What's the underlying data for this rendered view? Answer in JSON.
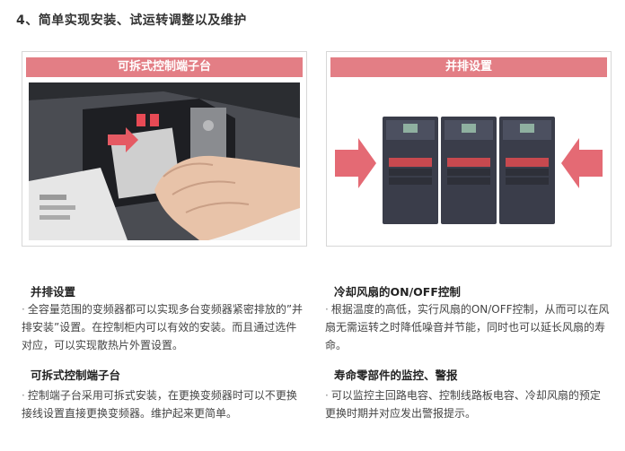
{
  "section": {
    "title": "4、简单实现安装、试运转调整以及维护"
  },
  "panels": {
    "left": {
      "header": "可拆式控制端子台"
    },
    "right": {
      "header": "并排设置"
    }
  },
  "features": {
    "parallel": {
      "title": "并排设置",
      "text": "全容量范围的变频器都可以实现多台变频器紧密排放的”并排安装”设置。在控制柜内可以有效的安装。而且通过选件对应，可以实现散热片外置设置。"
    },
    "terminal": {
      "title": "可拆式控制端子台",
      "text": "控制端子台采用可拆式安装，在更换变频器时可以不更换接线设置直接更换变频器。维护起来更简单。"
    },
    "cooling": {
      "title": "冷却风扇的ON/OFF控制",
      "text": "根据温度的高低，实行风扇的ON/OFF控制，从而可以在风扇无需运转之时降低噪音并节能，同时也可以延长风扇的寿命。"
    },
    "lifetime": {
      "title": "寿命零部件的监控、警报",
      "text": "可以监控主回路电容、控制线路板电容、冷却风扇的预定更换时期并对应发出警报提示。"
    }
  },
  "colors": {
    "header_bg": "#e37e85",
    "arrow": "#e46a74",
    "inverter_body": "#3a3d4a"
  }
}
